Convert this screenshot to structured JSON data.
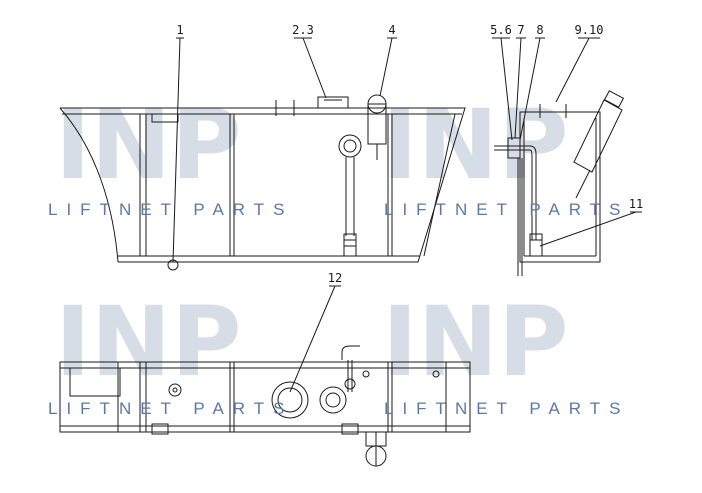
{
  "diagram": {
    "callouts": [
      {
        "id": "c1",
        "label": "1"
      },
      {
        "id": "c2",
        "label": "2.3"
      },
      {
        "id": "c3",
        "label": "4"
      },
      {
        "id": "c4",
        "label": "5.6"
      },
      {
        "id": "c5",
        "label": "7"
      },
      {
        "id": "c6",
        "label": "8"
      },
      {
        "id": "c7",
        "label": "9.10"
      },
      {
        "id": "c8",
        "label": "11"
      },
      {
        "id": "c9",
        "label": "12"
      }
    ]
  },
  "watermark": {
    "logo": "INP",
    "text": "LIFTNET PARTS",
    "color": "#d7dde6",
    "text_color": "#5d79a3"
  },
  "colors": {
    "line": "#1a1a1a",
    "background": "#ffffff"
  }
}
